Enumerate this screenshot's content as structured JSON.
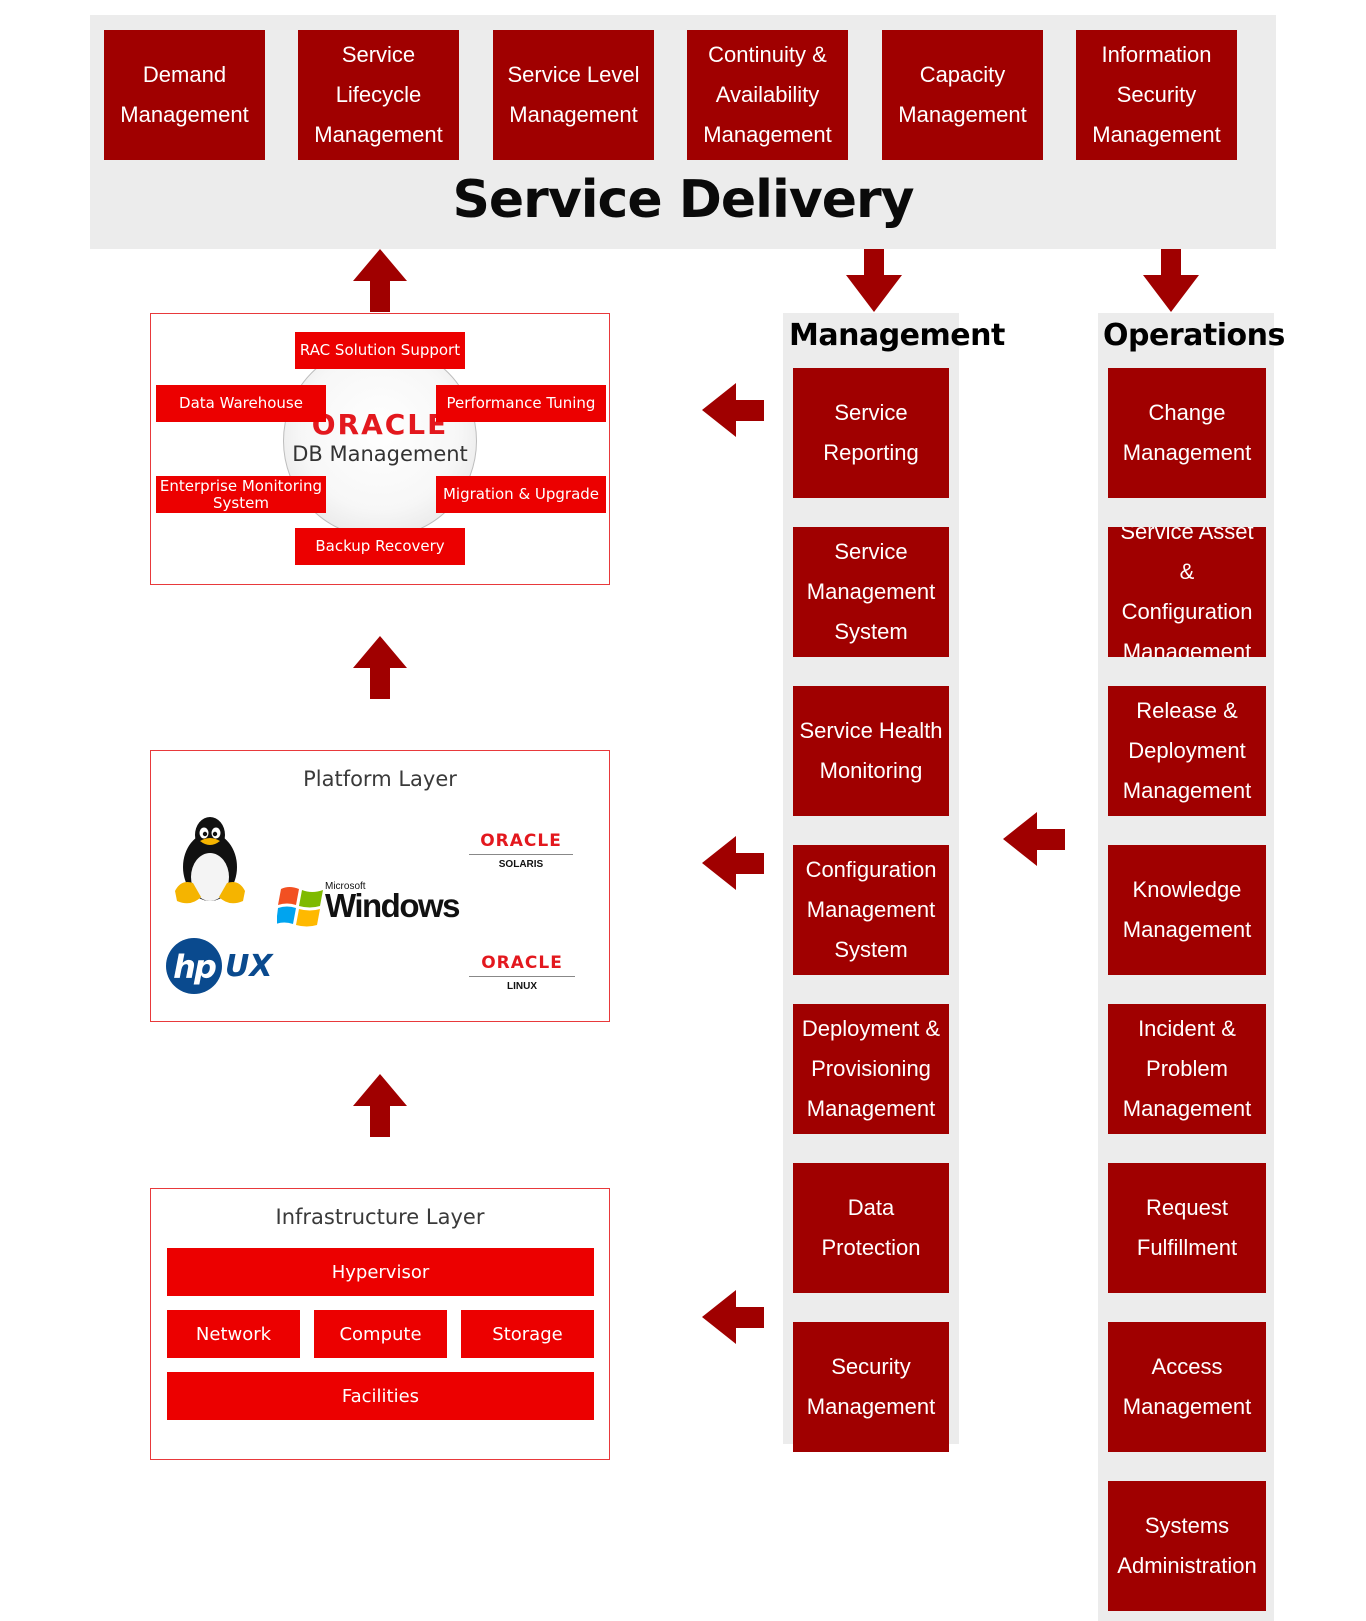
{
  "service_delivery": {
    "title": "Service Delivery",
    "items": [
      "Demand\nManagement",
      "Service\nLifecycle\nManagement",
      "Service Level\nManagement",
      "Continuity &\nAvailability\nManagement",
      "Capacity\nManagement",
      "Information\nSecurity\nManagement"
    ]
  },
  "management": {
    "title": "Management",
    "items": [
      "Service\nReporting",
      "Service\nManagement\nSystem",
      "Service Health\nMonitoring",
      "Configuration\nManagement\nSystem",
      "Deployment &\nProvisioning\nManagement",
      "Data\nProtection",
      "Security\nManagement"
    ]
  },
  "operations": {
    "title": "Operations",
    "items": [
      "Change\nManagement",
      "Service Asset\n&\nConfiguration\nManagement",
      "Release &\nDeployment\nManagement",
      "Knowledge\nManagement",
      "Incident &\nProblem\nManagement",
      "Request\nFulfillment",
      "Access\nManagement",
      "Systems\nAdministration"
    ]
  },
  "db_layer": {
    "logo": "ORACLE",
    "subtitle": "DB Management",
    "items": {
      "rac": "RAC Solution Support",
      "data_warehouse": "Data Warehouse",
      "performance": "Performance Tuning",
      "monitoring": "Enterprise Monitoring\nSystem",
      "migration": "Migration & Upgrade",
      "backup": "Backup Recovery"
    }
  },
  "platform_layer": {
    "title": "Platform Layer",
    "logos": {
      "linux_icon": "tux-penguin",
      "windows_small": "Microsoft",
      "windows": "Windows",
      "hp": "hp",
      "ux": "UX",
      "oracle1": "ORACLE",
      "solaris": "SOLARIS",
      "oracle2": "ORACLE",
      "linux": "LINUX"
    }
  },
  "infrastructure_layer": {
    "title": "Infrastructure Layer",
    "hypervisor": "Hypervisor",
    "network": "Network",
    "compute": "Compute",
    "storage": "Storage",
    "facilities": "Facilities"
  },
  "colors": {
    "dark_red": "#a00000",
    "bright_red": "#ec0000",
    "panel_gray": "#ececec"
  }
}
